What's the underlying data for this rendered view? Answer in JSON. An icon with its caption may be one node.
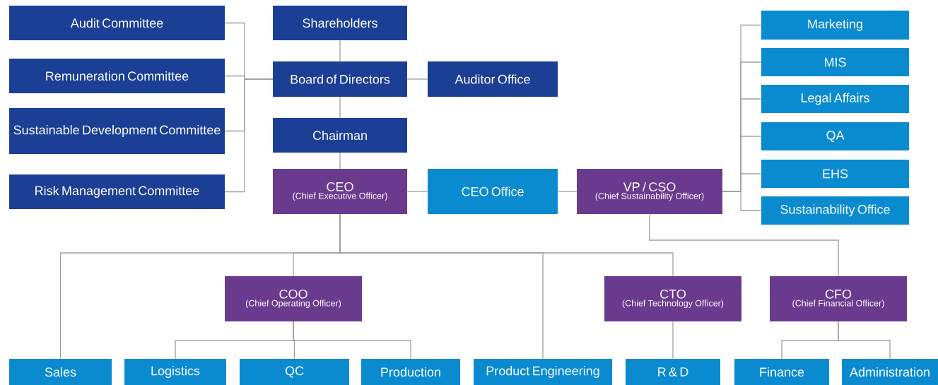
{
  "diagram": {
    "nodes": [
      {
        "text": [
          "Audit Committee"
        ]
      },
      {
        "text": [
          "Remuneration Committee"
        ]
      },
      {
        "text": [
          "Sustainable Development Committee"
        ]
      },
      {
        "text": [
          "Risk Management Committee"
        ]
      },
      {
        "text": [
          "Shareholders"
        ]
      },
      {
        "text": [
          "Board of Directors"
        ]
      },
      {
        "text": [
          "Auditor Office"
        ]
      },
      {
        "text": [
          "Chairman"
        ]
      },
      {
        "text": [
          "CEO",
          "(Chief Executive Officer)"
        ]
      },
      {
        "text": [
          "CEO Office"
        ]
      },
      {
        "text": [
          "VP / CSO",
          "(Chief Sustainability Officer)"
        ]
      },
      {
        "text": [
          "Marketing"
        ]
      },
      {
        "text": [
          "MIS"
        ]
      },
      {
        "text": [
          "Legal Affairs"
        ]
      },
      {
        "text": [
          "QA"
        ]
      },
      {
        "text": [
          "EHS"
        ]
      },
      {
        "text": [
          "Sustainability Office"
        ]
      },
      {
        "text": [
          "COO",
          "(Chief Operating Officer)"
        ]
      },
      {
        "text": [
          "CTO",
          "(Chief Technology Officer)"
        ]
      },
      {
        "text": [
          "CFO",
          "(Chief Financial Officer)"
        ]
      },
      {
        "text": [
          "Sales"
        ]
      },
      {
        "text": [
          "Logistics"
        ]
      },
      {
        "text": [
          "QC"
        ]
      },
      {
        "text": [
          "Production"
        ]
      },
      {
        "text": [
          "Product Engineering"
        ]
      },
      {
        "text": [
          "R & D"
        ]
      },
      {
        "text": [
          "Finance"
        ]
      },
      {
        "text": [
          "Administration"
        ]
      }
    ],
    "edges": [
      {
        "from": 5,
        "to": 0,
        "arrow": "none"
      },
      {
        "from": 5,
        "to": 1,
        "arrow": "none"
      },
      {
        "from": 5,
        "to": 2,
        "arrow": "none"
      },
      {
        "from": 5,
        "to": 3,
        "arrow": "none"
      },
      {
        "from": 4,
        "to": 5,
        "arrow": "none"
      },
      {
        "from": 5,
        "to": 6,
        "arrow": "none"
      },
      {
        "from": 5,
        "to": 7,
        "arrow": "none"
      },
      {
        "from": 7,
        "to": 8,
        "arrow": "none"
      },
      {
        "from": 8,
        "to": 9,
        "arrow": "none"
      },
      {
        "from": 9,
        "to": 10,
        "arrow": "none"
      },
      {
        "from": 10,
        "to": 11,
        "arrow": "none"
      },
      {
        "from": 10,
        "to": 12,
        "arrow": "none"
      },
      {
        "from": 10,
        "to": 13,
        "arrow": "none"
      },
      {
        "from": 10,
        "to": 14,
        "arrow": "none"
      },
      {
        "from": 10,
        "to": 15,
        "arrow": "none"
      },
      {
        "from": 10,
        "to": 16,
        "arrow": "none"
      },
      {
        "from": 8,
        "to": 20,
        "arrow": "none"
      },
      {
        "from": 8,
        "to": 17,
        "arrow": "none"
      },
      {
        "from": 8,
        "to": 24,
        "arrow": "none"
      },
      {
        "from": 8,
        "to": 18,
        "arrow": "none"
      },
      {
        "from": 10,
        "to": 19,
        "arrow": "none"
      },
      {
        "from": 17,
        "to": 21,
        "arrow": "none"
      },
      {
        "from": 17,
        "to": 22,
        "arrow": "none"
      },
      {
        "from": 17,
        "to": 23,
        "arrow": "none"
      },
      {
        "from": 18,
        "to": 25,
        "arrow": "none"
      },
      {
        "from": 19,
        "to": 26,
        "arrow": "none"
      },
      {
        "from": 19,
        "to": 27,
        "arrow": "none"
      }
    ]
  }
}
